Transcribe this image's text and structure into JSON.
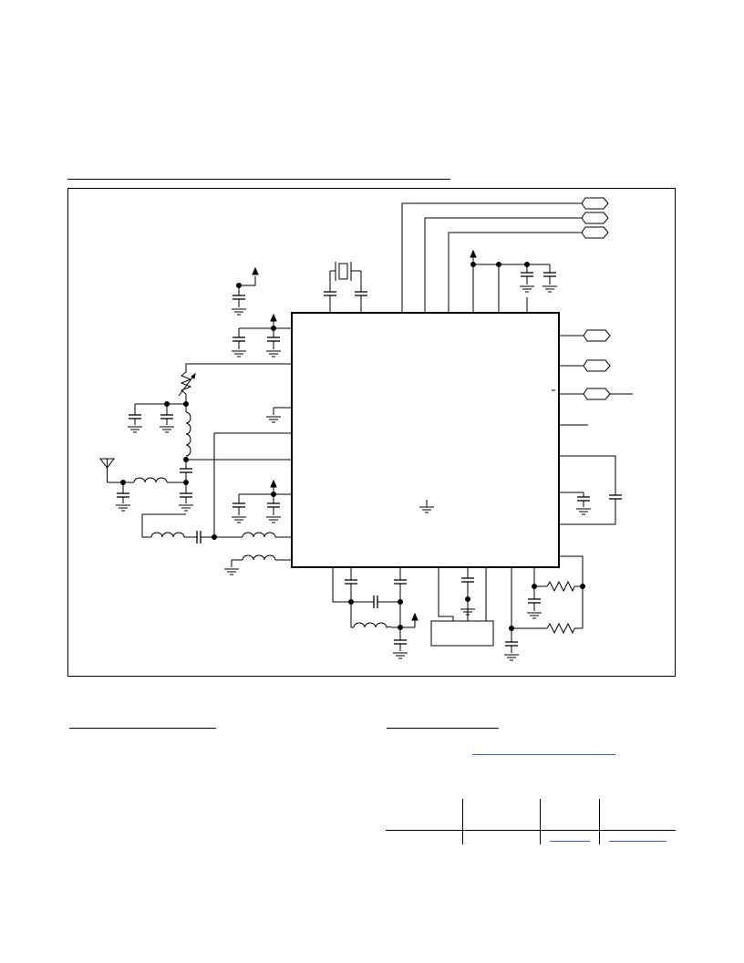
{
  "document": {
    "heading_rule": true,
    "figure": {
      "type": "application circuit schematic",
      "components": {
        "ic": "main-ic",
        "antenna": "antenna-icon",
        "crystal": "crystal-icon",
        "variable_resistor": "variable-resistor-icon",
        "ground_symbols": 20,
        "output_ports": 6
      }
    },
    "sections": [
      {
        "name": "left-section-title-rule"
      },
      {
        "name": "right-section-title-rule"
      },
      {
        "name": "right-section-link"
      }
    ],
    "table": {
      "columns": 4,
      "rows": 1,
      "links_in_row": [
        2,
        3
      ]
    }
  }
}
